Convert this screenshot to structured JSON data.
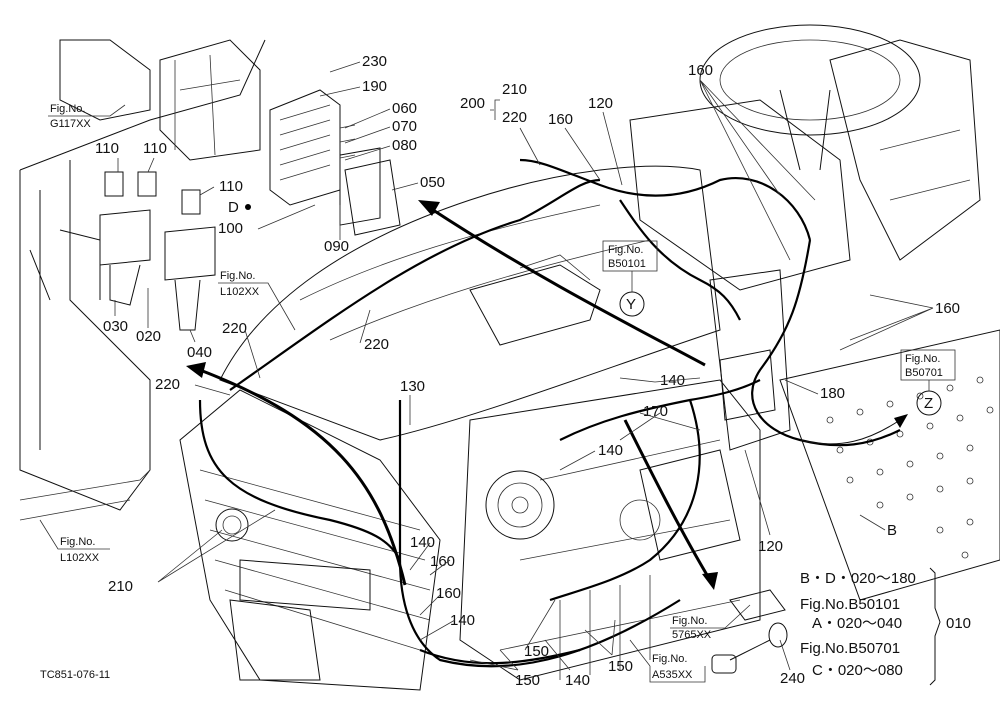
{
  "diagram": {
    "drawing_id": "TC851-076-11",
    "part_numbers": {
      "p230": "230",
      "p190": "190",
      "p060": "060",
      "p070": "070",
      "p080": "080",
      "p050": "050",
      "p090": "090",
      "p100": "100",
      "p110a": "110",
      "p110b": "110",
      "p110c": "110",
      "p030": "030",
      "p020": "020",
      "p040": "040",
      "p200": "200",
      "p210a": "210",
      "p220a": "220",
      "p160a": "160",
      "p120a": "120",
      "p160b": "160",
      "p160c": "160",
      "p180": "180",
      "p220b": "220",
      "p220c": "220",
      "p220d": "220",
      "p130": "130",
      "p140a": "140",
      "p170": "170",
      "p140b": "140",
      "p120b": "120",
      "p140c": "140",
      "p160d": "160",
      "p160e": "160",
      "p140d": "140",
      "p150a": "150",
      "p140e": "140",
      "p150b": "150",
      "p150c": "150",
      "p210b": "210",
      "p240": "240"
    },
    "point_labels": {
      "D": "D",
      "Y": "Y",
      "Z": "Z",
      "B": "B"
    },
    "figure_refs": {
      "g117": {
        "line1": "Fig.No.",
        "line2": "G117XX"
      },
      "l102a": {
        "line1": "Fig.No.",
        "line2": "L102XX"
      },
      "b50101": {
        "line1": "Fig.No.",
        "line2": "B50101"
      },
      "b50701": {
        "line1": "Fig.No.",
        "line2": "B50701"
      },
      "l102b": {
        "line1": "Fig.No.",
        "line2": "L102XX"
      },
      "f5765": {
        "line1": "Fig.No.",
        "line2": "5765XX"
      },
      "a535": {
        "line1": "Fig.No.",
        "line2": "A535XX"
      }
    },
    "legend": {
      "row1": "B・D・020～180",
      "row2": "Fig.No.B50101",
      "row3": "A・020～040",
      "row4": "Fig.No.B50701",
      "row5": "C・020～080",
      "group_code": "010"
    }
  }
}
